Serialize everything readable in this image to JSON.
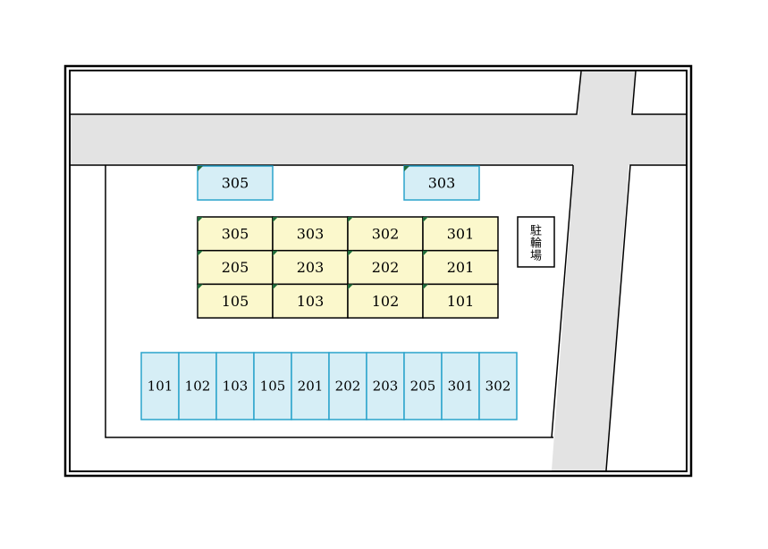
{
  "colors": {
    "road": "#e3e3e3",
    "unit_fill": "#fbf8cc",
    "parking_fill": "#d6eef6",
    "parking_stroke": "#2aa4cc",
    "corner_mark": "#1f6b3a",
    "line": "#000000"
  },
  "top_parking": [
    "305",
    "303"
  ],
  "building": {
    "rows": [
      [
        "305",
        "303",
        "302",
        "301"
      ],
      [
        "205",
        "203",
        "202",
        "201"
      ],
      [
        "105",
        "103",
        "102",
        "101"
      ]
    ]
  },
  "bike_parking": {
    "label": "駐輪場",
    "chars": [
      "駐",
      "輪",
      "場"
    ]
  },
  "bottom_parking": [
    "101",
    "102",
    "103",
    "105",
    "201",
    "202",
    "203",
    "205",
    "301",
    "302"
  ]
}
